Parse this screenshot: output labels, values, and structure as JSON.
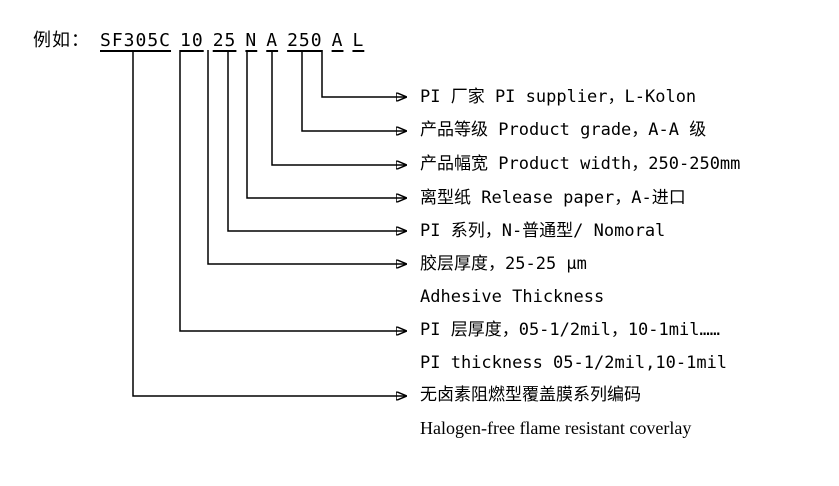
{
  "header": {
    "prefix": "例如：",
    "segments": [
      "SF305C",
      "10",
      "25",
      "N",
      "A",
      "250",
      "A",
      "L"
    ]
  },
  "explanations": [
    {
      "maps_to_segment": "L",
      "label": "PI 厂家 PI supplier，L-Kolon"
    },
    {
      "maps_to_segment": "A",
      "label": "产品等级 Product grade，A-A 级"
    },
    {
      "maps_to_segment": "250",
      "label": "产品幅宽 Product width，250-250mm"
    },
    {
      "maps_to_segment": "A",
      "label": "离型纸 Release paper，A-进口"
    },
    {
      "maps_to_segment": "N",
      "label": "PI 系列，N-普通型/ Nomoral"
    },
    {
      "maps_to_segment": "25",
      "label": "胶层厚度，25-25 μm",
      "sub": "Adhesive Thickness"
    },
    {
      "maps_to_segment": "10",
      "label": "PI 层厚度，05-1/2mil，10-1mil……",
      "sub": "PI thickness 05-1/2mil,10-1mil"
    },
    {
      "maps_to_segment": "SF305C",
      "label": "无卤素阻燃型覆盖膜系列编码",
      "sub": "Halogen-free flame resistant coverlay"
    }
  ],
  "colors": {
    "text": "#000000",
    "line": "#000000",
    "background": "#ffffff"
  }
}
